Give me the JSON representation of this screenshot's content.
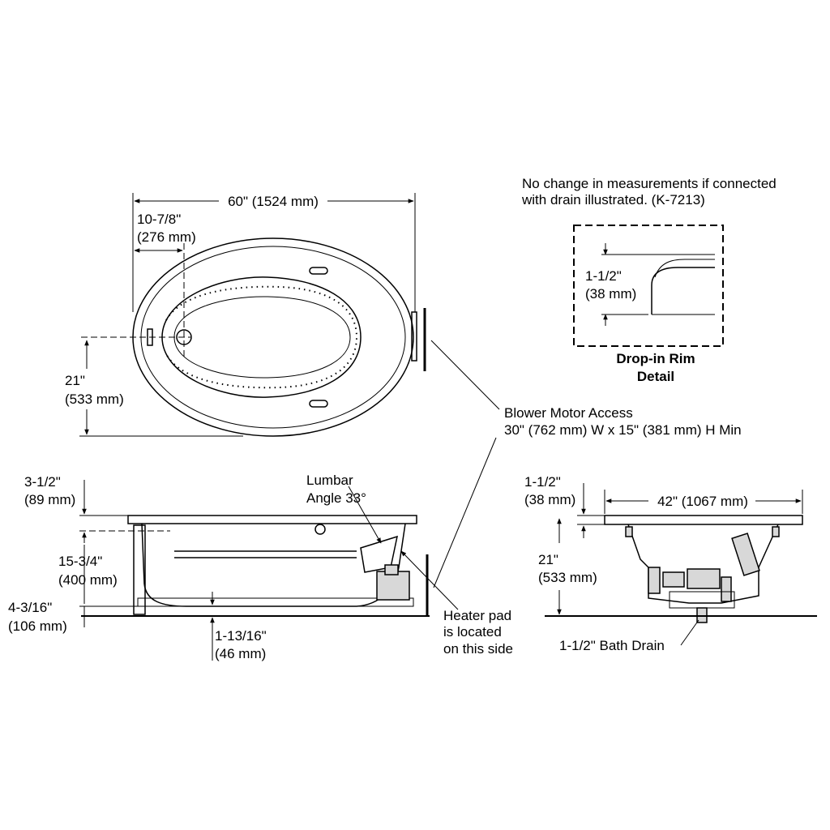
{
  "top_view": {
    "overall_length": "60\" (1524 mm)",
    "drain_offset_in": "10-7/8\"",
    "drain_offset_mm": "(276 mm)",
    "width_in": "21\"",
    "width_mm": "(533 mm)"
  },
  "detail": {
    "note_line1": "No change in measurements if connected",
    "note_line2": "with drain illustrated. (K-7213)",
    "rim_in": "1-1/2\"",
    "rim_mm": "(38 mm)",
    "title_line1": "Drop-in Rim",
    "title_line2": "Detail"
  },
  "blower": {
    "line1": "Blower Motor Access",
    "line2": "30\" (762 mm) W x 15\" (381 mm) H Min"
  },
  "side_view": {
    "rim_in": "3-1/2\"",
    "rim_mm": "(89 mm)",
    "lumbar_line1": "Lumbar",
    "lumbar_line2": "Angle 33°",
    "depth_in": "15-3/4\"",
    "depth_mm": "(400 mm)",
    "base_in": "4-3/16\"",
    "base_mm": "(106 mm)",
    "drain_in": "1-13/16\"",
    "drain_mm": "(46 mm)",
    "heater_line1": "Heater pad",
    "heater_line2": "is located",
    "heater_line3": "on this side"
  },
  "end_view": {
    "rim_in": "1-1/2\"",
    "rim_mm": "(38 mm)",
    "width": "42\" (1067 mm)",
    "height_in": "21\"",
    "height_mm": "(533 mm)",
    "drain_label": "1-1/2\" Bath Drain"
  }
}
